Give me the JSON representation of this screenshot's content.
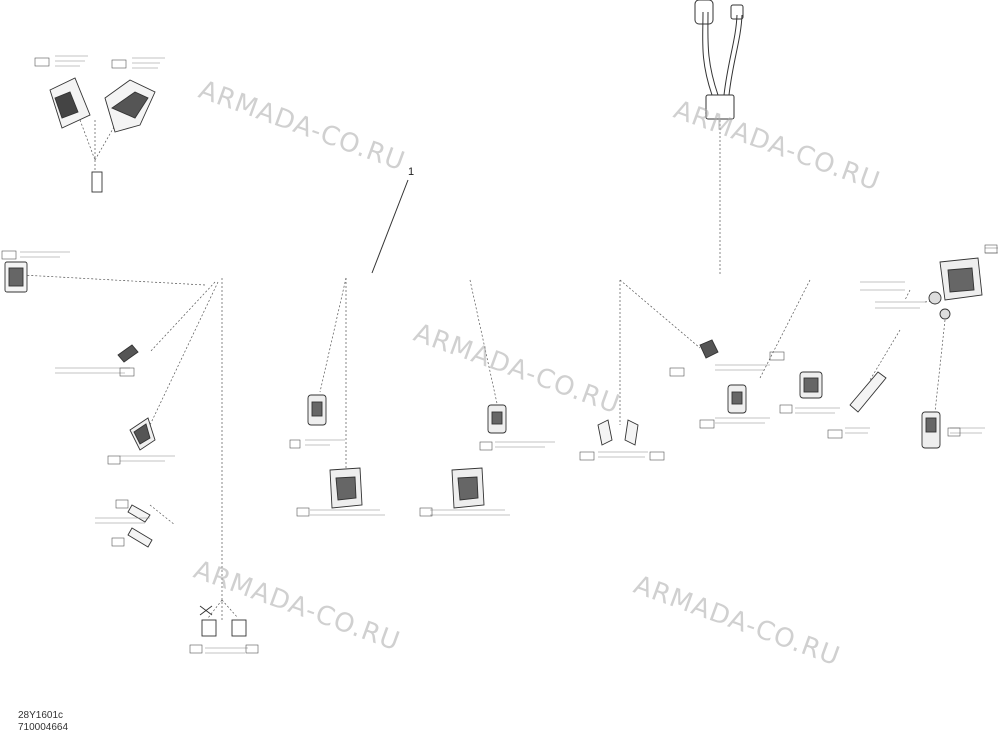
{
  "diagram": {
    "callout_number": "1",
    "watermark": "ARMADA-CO.RU",
    "doc_code_line1": "28Y1601c",
    "doc_code_line2": "710004664",
    "accent_color": "#555555",
    "watermark_color": "#aaaaaa"
  }
}
